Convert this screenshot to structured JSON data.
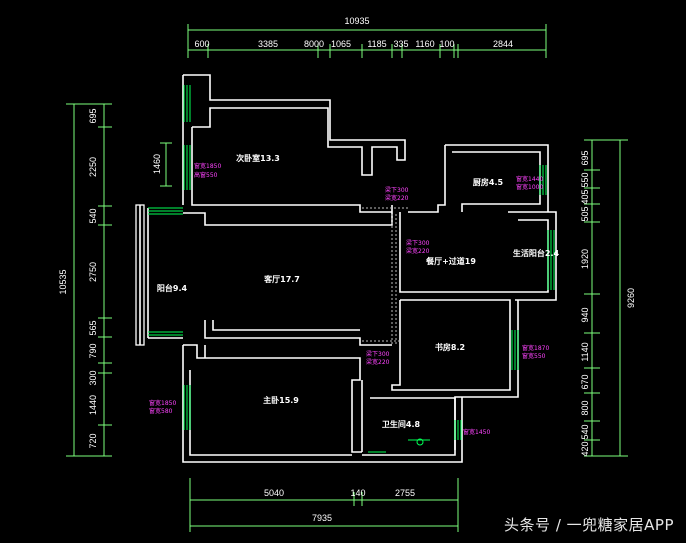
{
  "dimensions": {
    "top_total": "10935",
    "top_segments": [
      "600",
      "3385",
      "8000",
      "1065",
      "1185",
      "335",
      "1160",
      "100",
      "2844"
    ],
    "left_total": "10535",
    "left_segments": [
      "695",
      "2250",
      "540",
      "2750",
      "565",
      "790",
      "300",
      "1440",
      "720"
    ],
    "right_total": "9260",
    "right_segments": [
      "695",
      "550",
      "405",
      "505",
      "1920",
      "940",
      "1140",
      "670",
      "800",
      "540",
      "420"
    ],
    "bottom_segments": [
      "5040",
      "140",
      "2755"
    ],
    "bottom_total": "7935",
    "interior_1460": "1460"
  },
  "rooms": {
    "master_bedroom": "次卧室13.3",
    "kitchen": "厨房4.5",
    "living": "客厅17.7",
    "dining": "餐厅+过道19",
    "balcony_left": "阳台9.4",
    "balcony_right": "生活阳台2.4",
    "study": "书房8.2",
    "main_bedroom": "主卧15.9",
    "bathroom": "卫生间4.8"
  },
  "notes": {
    "win_master_1": "窗宽1850",
    "win_master_2": "高窗550",
    "kitchen_1": "窗宽1440",
    "kitchen_2": "窗宽1000",
    "beam_1a": "梁下300",
    "beam_1b": "梁宽220",
    "beam_2a": "梁下300",
    "beam_2b": "梁宽220",
    "beam_3a": "梁下300",
    "beam_3b": "梁宽220",
    "study_1": "窗宽1870",
    "study_2": "窗宽550",
    "main_1": "窗宽1850",
    "main_2": "窗宽580",
    "bath_1": "窗宽1450"
  },
  "watermark": "头条号 / 一兜糖家居APP"
}
